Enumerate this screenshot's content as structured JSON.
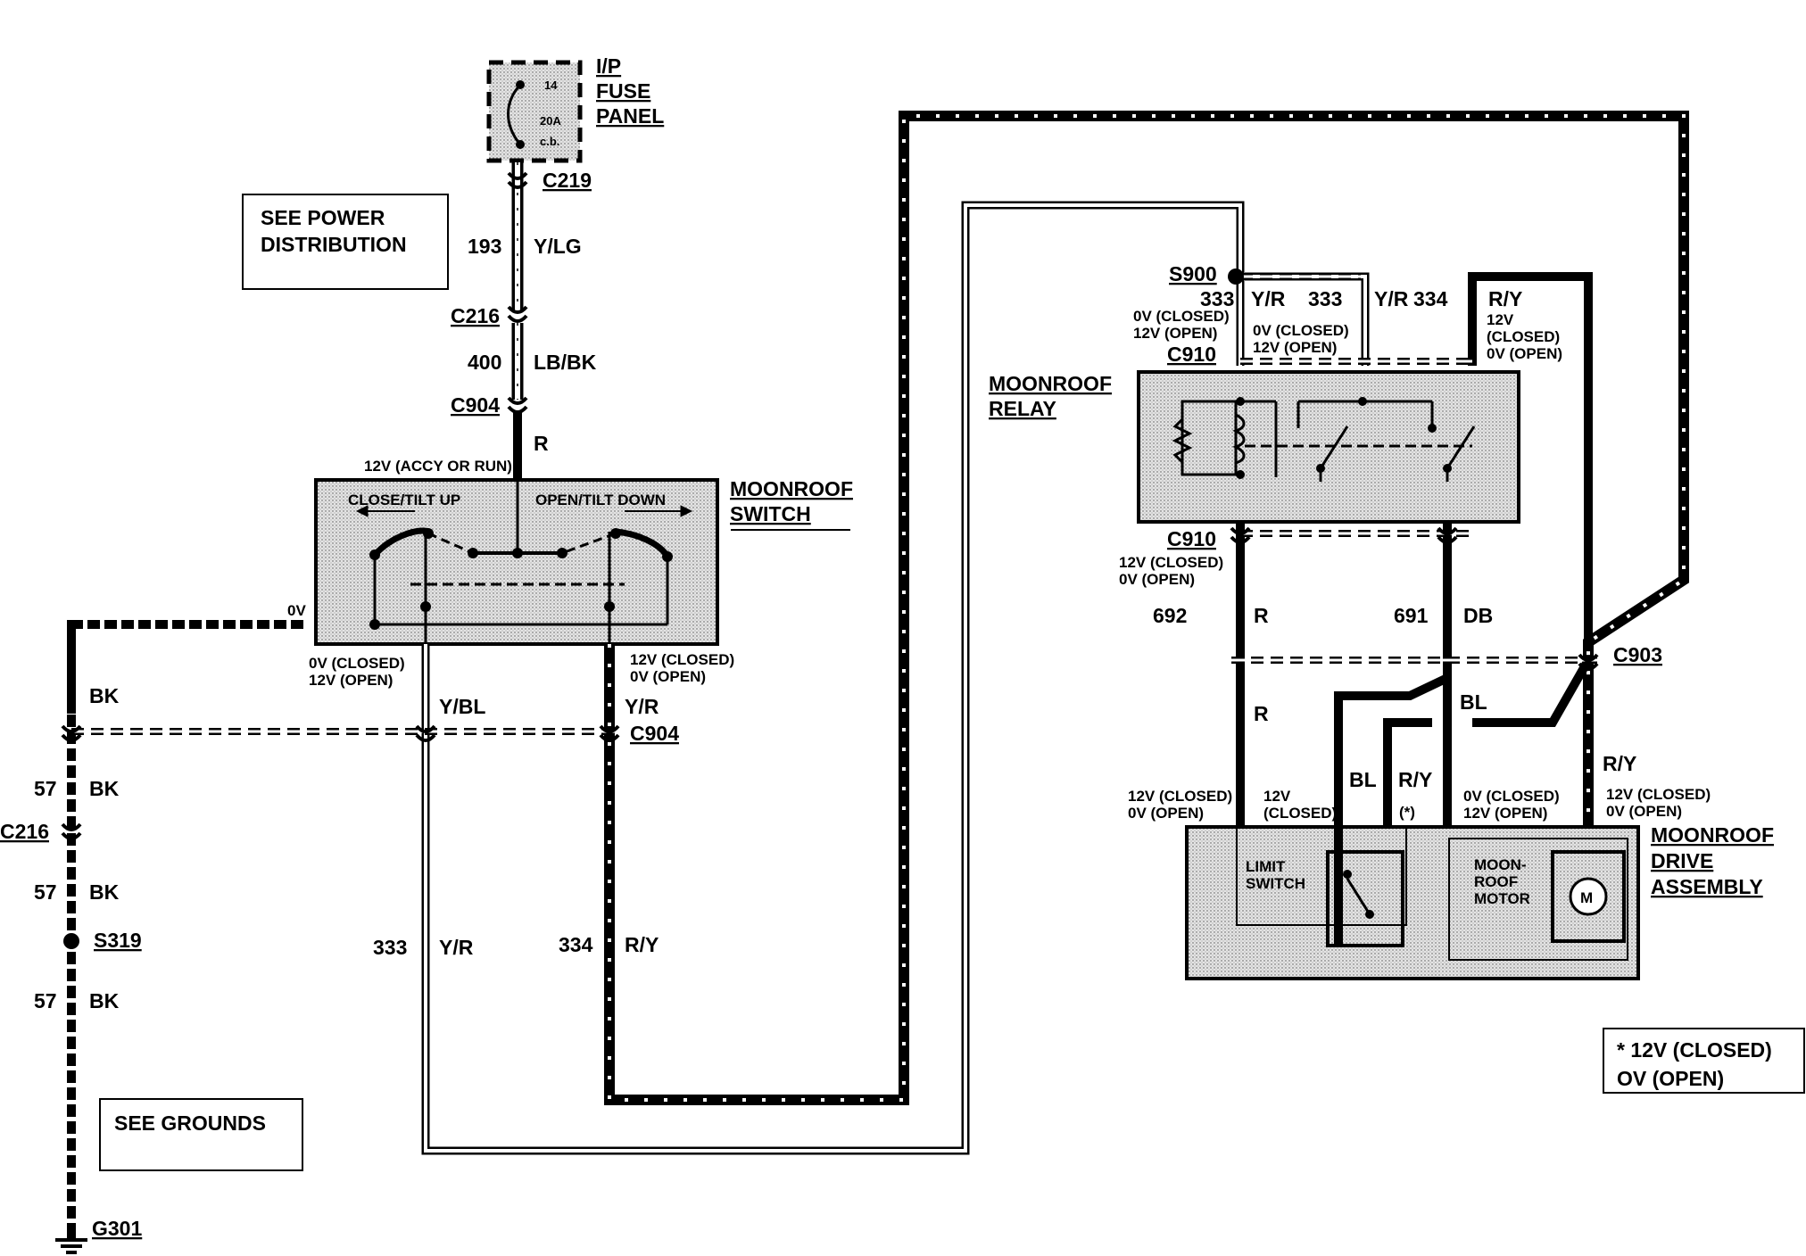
{
  "fuse_panel": {
    "title": "I/P\nFUSE\nPANEL",
    "fuse_number": "14",
    "rating": "20A",
    "type": "c.b."
  },
  "connectors": {
    "c219": "C219",
    "c216_top": "C216",
    "c904_top": "C904",
    "c904_mid": "C904",
    "c216_left": "C216",
    "c910_top": "C910",
    "c910_bottom": "C910",
    "c903": "C903"
  },
  "splices": {
    "s900": "S900",
    "s319": "S319"
  },
  "ground": {
    "label": "G301"
  },
  "reference_boxes": {
    "power": "SEE POWER\nDISTRIBUTION",
    "grounds": "SEE GROUNDS",
    "note": "*  12V (CLOSED)\nOV (OPEN)"
  },
  "components": {
    "moonroof_switch": "MOONROOF\nSWITCH",
    "moonroof_relay": "MOONROOF\nRELAY",
    "drive_assembly": "MOONROOF\nDRIVE\nASSEMBLY",
    "limit_switch": "LIMIT\nSWITCH",
    "moonroof_motor": "MOON-\nROOF\nMOTOR",
    "motor_symbol": "M"
  },
  "switch_labels": {
    "close_tilt_up": "CLOSE/TILT UP",
    "open_tilt_down": "OPEN/TILT DOWN",
    "supply_voltage": "12V (ACCY OR RUN)",
    "ground_voltage": "0V"
  },
  "wires": {
    "w193": {
      "circuit": "193",
      "color": "Y/LG"
    },
    "w400": {
      "circuit": "400",
      "color": "LB/BK"
    },
    "w_switch_feed": {
      "circuit": "",
      "color": "R"
    },
    "w_ground_upper": {
      "circuit": "",
      "color": "BK"
    },
    "w57_a": {
      "circuit": "57",
      "color": "BK"
    },
    "w57_b": {
      "circuit": "57",
      "color": "BK"
    },
    "w57_c": {
      "circuit": "57",
      "color": "BK"
    },
    "w_ybl": {
      "circuit": "",
      "color": "Y/BL"
    },
    "w_yr_upper": {
      "circuit": "",
      "color": "Y/R"
    },
    "w333_left": {
      "circuit": "333",
      "color": "Y/R"
    },
    "w334_left": {
      "circuit": "334",
      "color": "R/Y"
    },
    "w333_relay_a": {
      "circuit": "333",
      "color": "Y/R"
    },
    "w333_relay_b": {
      "circuit": "333",
      "color": "Y/R"
    },
    "w334_relay": {
      "circuit": "334",
      "color": "R/Y"
    },
    "w692": {
      "circuit": "692",
      "color": "R"
    },
    "w691": {
      "circuit": "691",
      "color": "DB"
    },
    "w_r_lower": {
      "circuit": "",
      "color": "R"
    },
    "w_bl_right": {
      "circuit": "",
      "color": "BL"
    },
    "w_bl_lower": {
      "circuit": "",
      "color": "BL"
    },
    "w_ry_lower": {
      "circuit": "",
      "color": "R/Y"
    },
    "w_ry_right": {
      "circuit": "",
      "color": "R/Y"
    }
  },
  "voltages": {
    "switch_yr": "0V (CLOSED)\n12V (OPEN)",
    "switch_ry": "12V (CLOSED)\n0V (OPEN)",
    "relay_333_left": "0V (CLOSED)\n12V (OPEN)",
    "relay_333_right": "0V (CLOSED)\n12V (OPEN)",
    "relay_334": "12V\n(CLOSED)\n0V (OPEN)",
    "relay_bottom": "12V (CLOSED)\n0V (OPEN)",
    "drive_r": "12V (CLOSED)\n0V (OPEN)",
    "drive_bl": "12V\n(CLOSED)",
    "drive_asterisk": "(*)",
    "drive_db": "0V (CLOSED)\n12V (OPEN)",
    "drive_ry": "12V (CLOSED)\n0V (OPEN)"
  }
}
